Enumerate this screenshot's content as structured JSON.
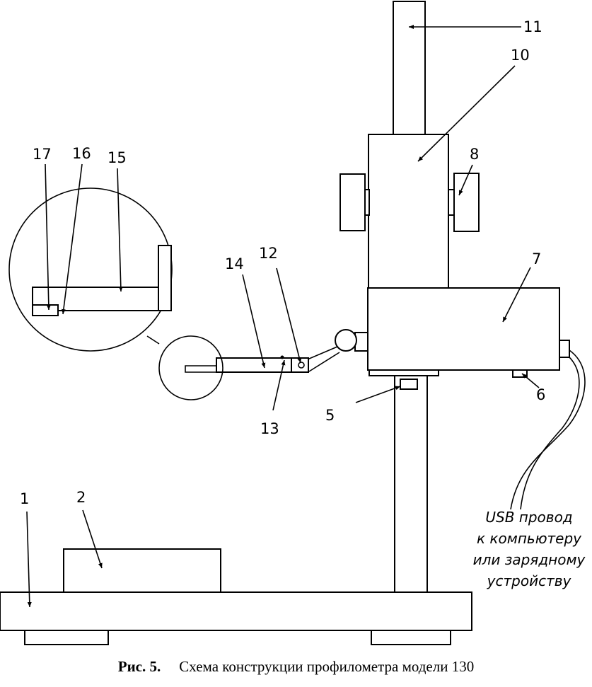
{
  "labels": {
    "l1": "1",
    "l2": "2",
    "l5": "5",
    "l6": "6",
    "l7": "7",
    "l8": "8",
    "l10": "10",
    "l11": "11",
    "l12": "12",
    "l13": "13",
    "l14": "14",
    "l15": "15",
    "l16": "16",
    "l17": "17"
  },
  "usb_note": [
    "USB провод",
    "к компьютеру",
    "или зарядному",
    "устройству"
  ],
  "caption": {
    "figure": "Рис. 5.",
    "text": "Схема конструкции профилометра модели 130"
  }
}
